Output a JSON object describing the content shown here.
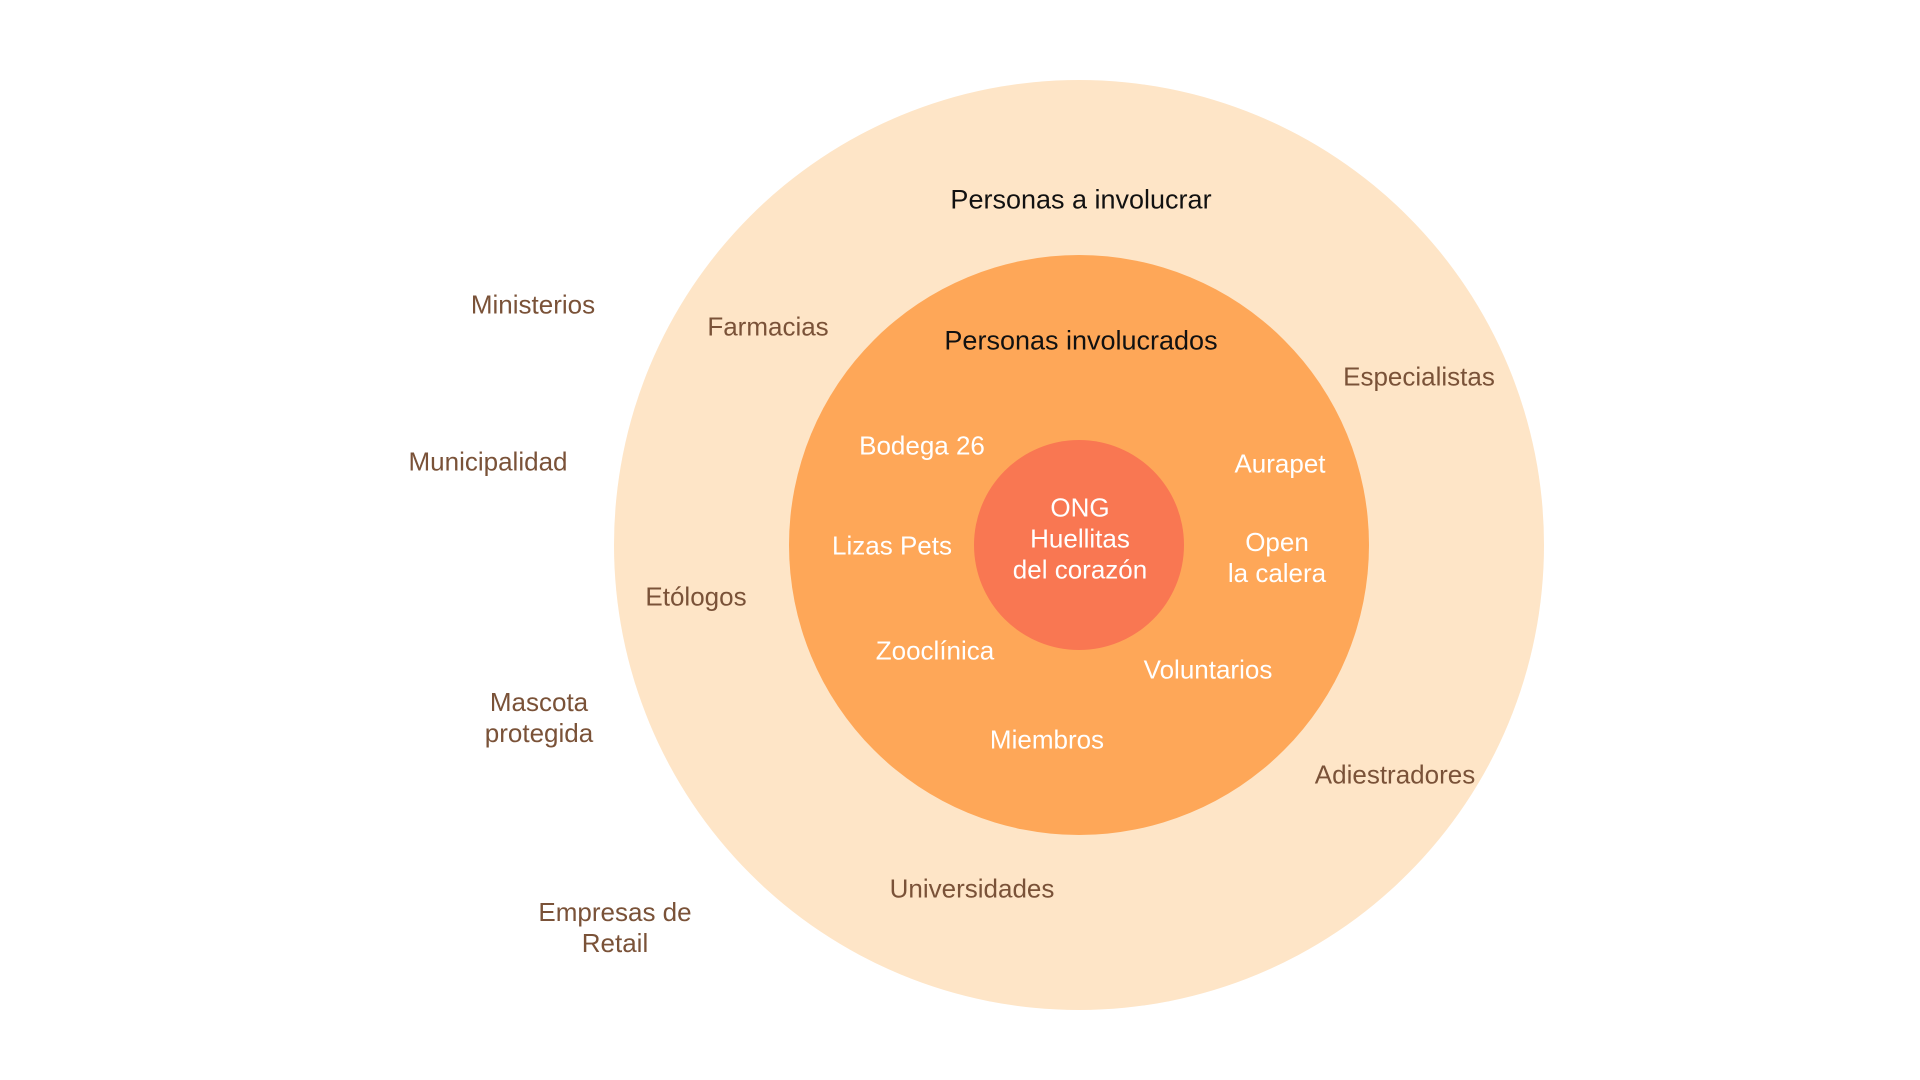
{
  "diagram": {
    "colors": {
      "outer_ring": "#FEE5C7",
      "middle_ring": "#FEA758",
      "center_circle": "#F97752",
      "heading_text": "#111111",
      "outer_text": "#7A5238",
      "inner_text": "#FFFFFF"
    },
    "outer_ring_title": "Personas a involucrar",
    "middle_ring_title": "Personas involucrados",
    "center_label": "ONG\nHuellitas\ndel corazón",
    "outside_items": [
      "Ministerios",
      "Municipalidad",
      "Mascota\nprotegida",
      "Empresas de\nRetail"
    ],
    "outer_ring_items": [
      "Farmacias",
      "Especialistas",
      "Etólogos",
      "Adiestradores",
      "Universidades"
    ],
    "middle_ring_items": [
      "Bodega 26",
      "Aurapet",
      "Lizas Pets",
      "Open\nla calera",
      "Zooclínica",
      "Voluntarios",
      "Miembros"
    ]
  }
}
